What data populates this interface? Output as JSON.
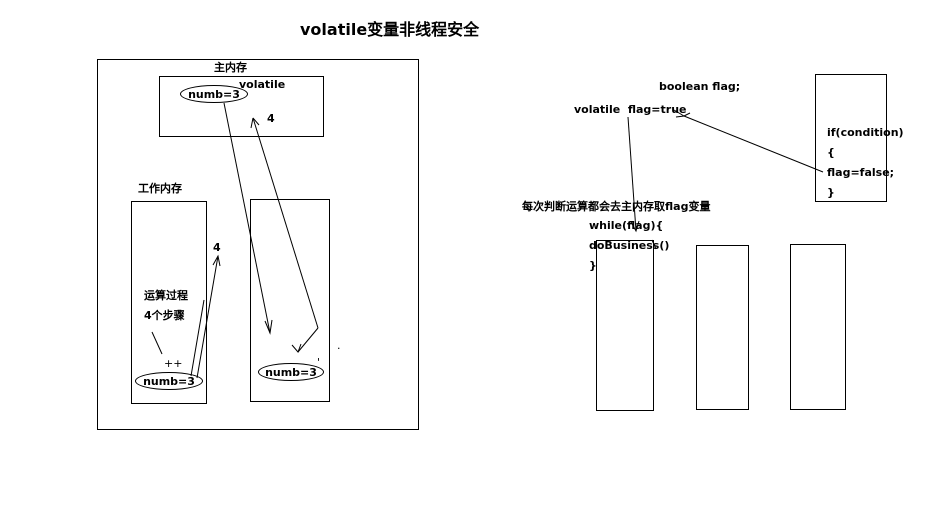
{
  "title": "volatile变量非线程安全",
  "left": {
    "main_memory_label": "主内存",
    "volatile_label": "volatile",
    "main_var": "numb=3",
    "arrow_label_top": "4",
    "work_memory_label": "工作内存",
    "arrow_label_mid": "4",
    "process_label": "运算过程",
    "steps_label": "4个步骤",
    "increment_label": "++",
    "work_var_1": "numb=3",
    "work_var_2": "numb=3",
    "prime_mark": "'",
    "dot_mark": "."
  },
  "right": {
    "decl": "boolean flag;",
    "volatile_decl": "volatile  flag=true",
    "note": "每次判断运算都会去主内存取flag变量",
    "loop": [
      "while(flag){",
      "doBusiness()",
      "}"
    ],
    "thread_code": [
      "if(condition)",
      "{",
      "flag=false;",
      "}"
    ]
  }
}
